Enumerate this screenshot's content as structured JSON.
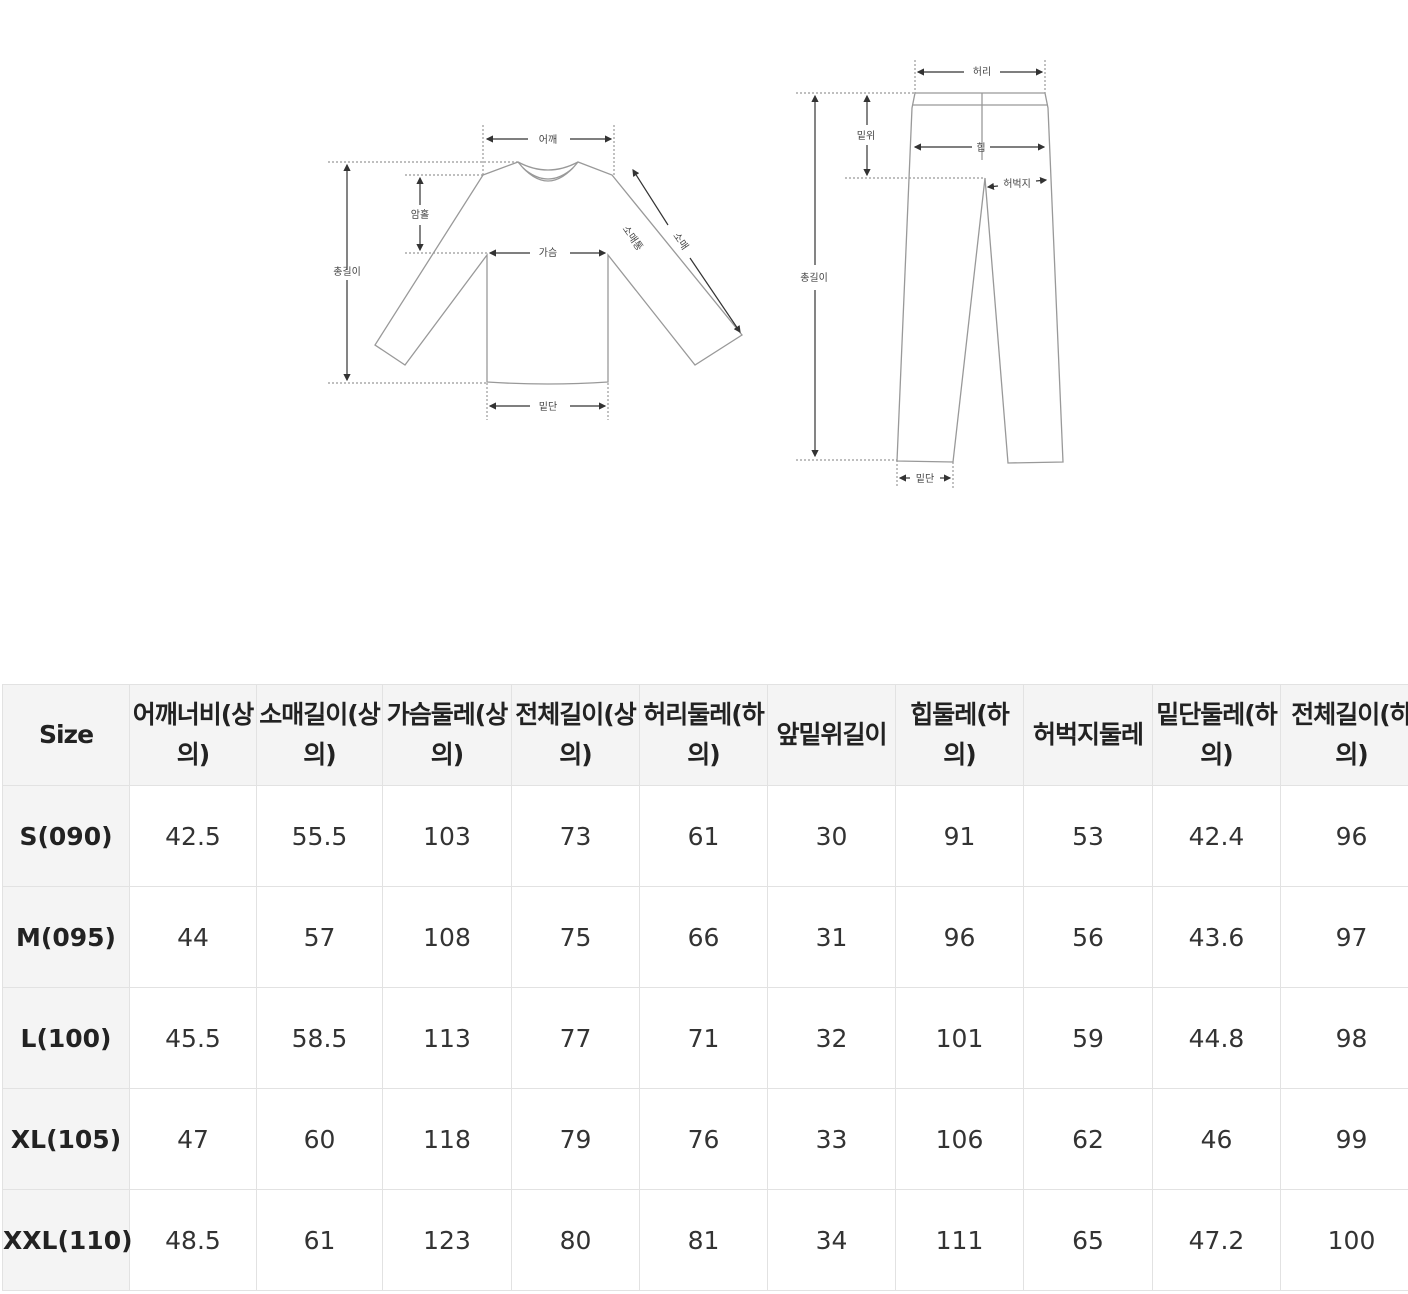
{
  "diagram": {
    "top_labels": {
      "shoulder": "어깨",
      "armhole": "암홀",
      "total_length": "총길이",
      "chest": "가슴",
      "sleeve_width": "소매통",
      "sleeve": "소매",
      "hem": "밑단"
    },
    "bottom_labels": {
      "waist": "허리",
      "rise": "밑위",
      "hip": "힙",
      "thigh": "허벅지",
      "total_length": "총길이",
      "hem": "밑단"
    }
  },
  "size_table": {
    "headers": [
      "Size",
      "어깨너비(상의)",
      "소매길이(상의)",
      "가슴둘레(상의)",
      "전체길이(상의)",
      "허리둘레(하의)",
      "앞밑위길이",
      "힙둘레(하의)",
      "허벅지둘레",
      "밑단둘레(하의)",
      "전체길이(하의)"
    ],
    "rows": [
      [
        "S(090)",
        "42.5",
        "55.5",
        "103",
        "73",
        "61",
        "30",
        "91",
        "53",
        "42.4",
        "96"
      ],
      [
        "M(095)",
        "44",
        "57",
        "108",
        "75",
        "66",
        "31",
        "96",
        "56",
        "43.6",
        "97"
      ],
      [
        "L(100)",
        "45.5",
        "58.5",
        "113",
        "77",
        "71",
        "32",
        "101",
        "59",
        "44.8",
        "98"
      ],
      [
        "XL(105)",
        "47",
        "60",
        "118",
        "79",
        "76",
        "33",
        "106",
        "62",
        "46",
        "99"
      ],
      [
        "XXL(110)",
        "48.5",
        "61",
        "123",
        "80",
        "81",
        "34",
        "111",
        "65",
        "47.2",
        "100"
      ]
    ]
  }
}
